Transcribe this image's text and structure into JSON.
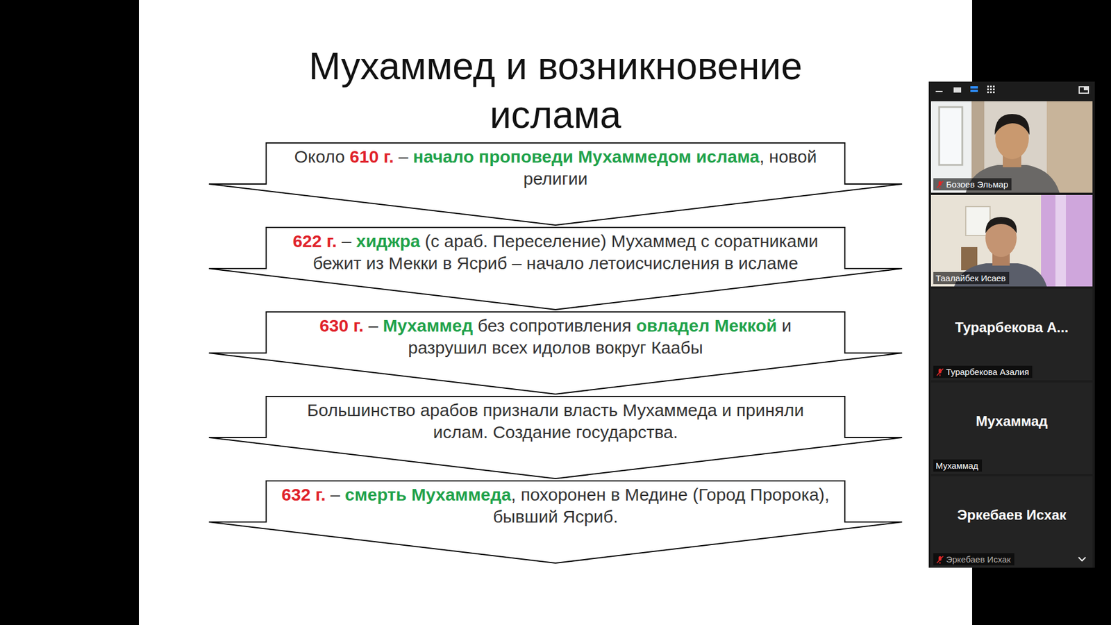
{
  "diagram": {
    "title": "Мухаммед и возникновение ислама",
    "nodes": [
      {
        "text": [
          "Около 610 г. – начало проповеди Мухаммедом ислама, новой религии"
        ]
      },
      {
        "text": [
          "622 г. – хиджра (с араб. Переселение) Мухаммед с соратниками бежит из Мекки в Ясриб – начало летоисчисления в исламе"
        ]
      },
      {
        "text": [
          "630 г. – Мухаммед без сопротивления овладел Меккой и разрушил всех идолов вокруг Каабы"
        ]
      },
      {
        "text": [
          "Большинство арабов признали власть Мухаммеда и приняли ислам. Создание государства."
        ]
      },
      {
        "text": [
          "632 г. – смерть Мухаммеда, похоронен в Медине (Город Пророка), бывший Ясриб."
        ]
      }
    ],
    "labels": [
      "Бозоев Эльмар",
      "Таалайбек Исаев",
      "Турарбекова А...",
      "Турарбекова Азалия",
      "Мухаммад",
      "Мухаммад",
      "Эркебаев Исхак",
      "Эркебаев Исхак"
    ]
  }
}
